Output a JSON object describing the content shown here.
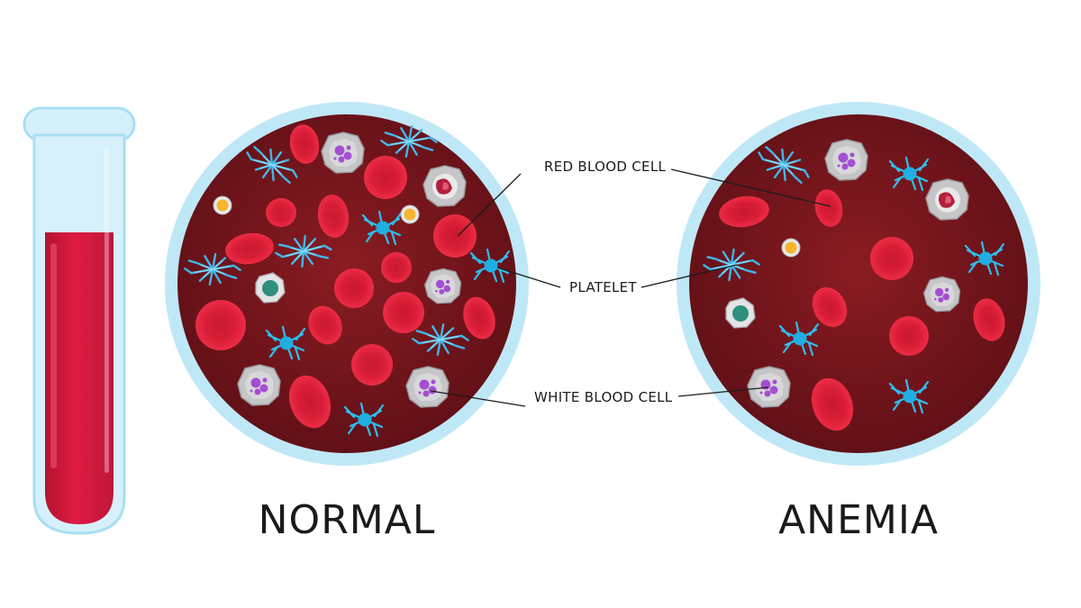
{
  "labels": {
    "red_blood_cell": "RED BLOOD CELL",
    "platelet": "PLATELET",
    "white_blood_cell": "WHITE BLOOD CELL"
  },
  "captions": {
    "normal": "NORMAL",
    "anemia": "ANEMIA"
  },
  "colors": {
    "blood": "#d31a3d",
    "plasma_dark": "#6a1219",
    "rbc": "#e3203a",
    "rbc_center": "#c91a32",
    "rim": "#bde8f7",
    "tube_glass": "#d4f0fa",
    "platelet": "#22b3e6",
    "white_cell": "#c4c4c6",
    "nucleus": "#a44fd0",
    "granule_orange": "#f6b52c",
    "granule_green": "#2e8f7c"
  }
}
